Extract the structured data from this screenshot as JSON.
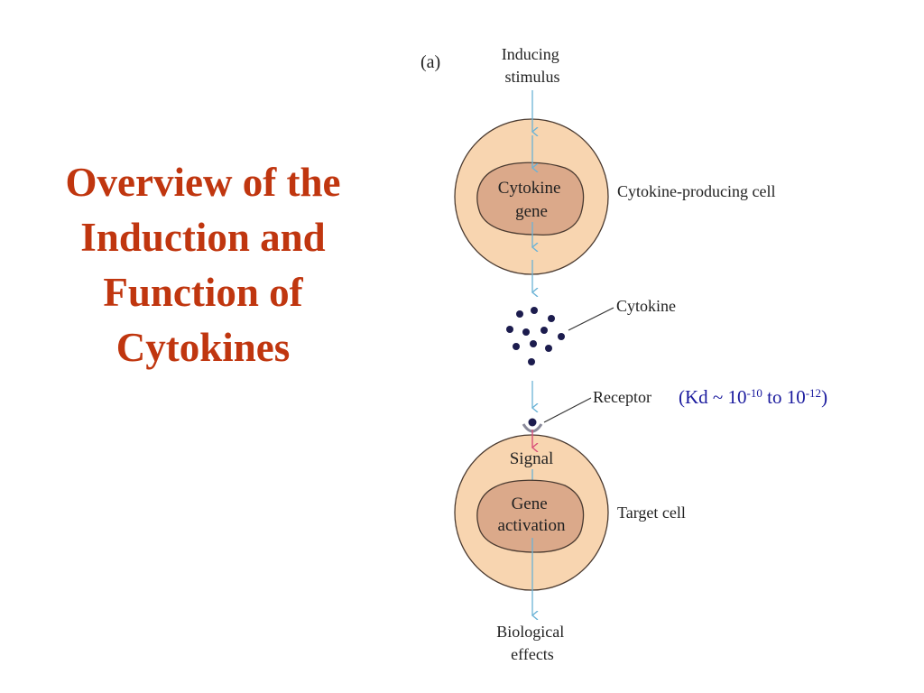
{
  "title_lines": [
    "Overview of the",
    "Induction and",
    "Function of",
    "Cytokines"
  ],
  "diagram": {
    "panel_label": "(a)",
    "inducing_stimulus_lines": [
      "Inducing",
      "stimulus"
    ],
    "producing_cell": {
      "nucleus_lines": [
        "Cytokine",
        "gene"
      ],
      "label": "Cytokine-producing cell"
    },
    "cytokine_label": "Cytokine",
    "receptor_label": "Receptor",
    "target_cell": {
      "signal_label": "Signal",
      "nucleus_lines": [
        "Gene",
        "activation"
      ],
      "label": "Target cell"
    },
    "effects_lines": [
      "Biological",
      "effects"
    ]
  },
  "kd_note": {
    "prefix": "(Kd ~ 10",
    "exp1": "-10",
    "middle": " to 10",
    "exp2": "-12",
    "suffix": ")"
  },
  "colors": {
    "title": "#c0360f",
    "kd_note": "#1a1a9e",
    "cell_fill": "#f8d5b0",
    "nucleus_fill": "#dba98a",
    "arrow": "#6bb3d6",
    "cytokine_dot": "#1c1c4e",
    "signal_arrow": "#d9507a"
  }
}
